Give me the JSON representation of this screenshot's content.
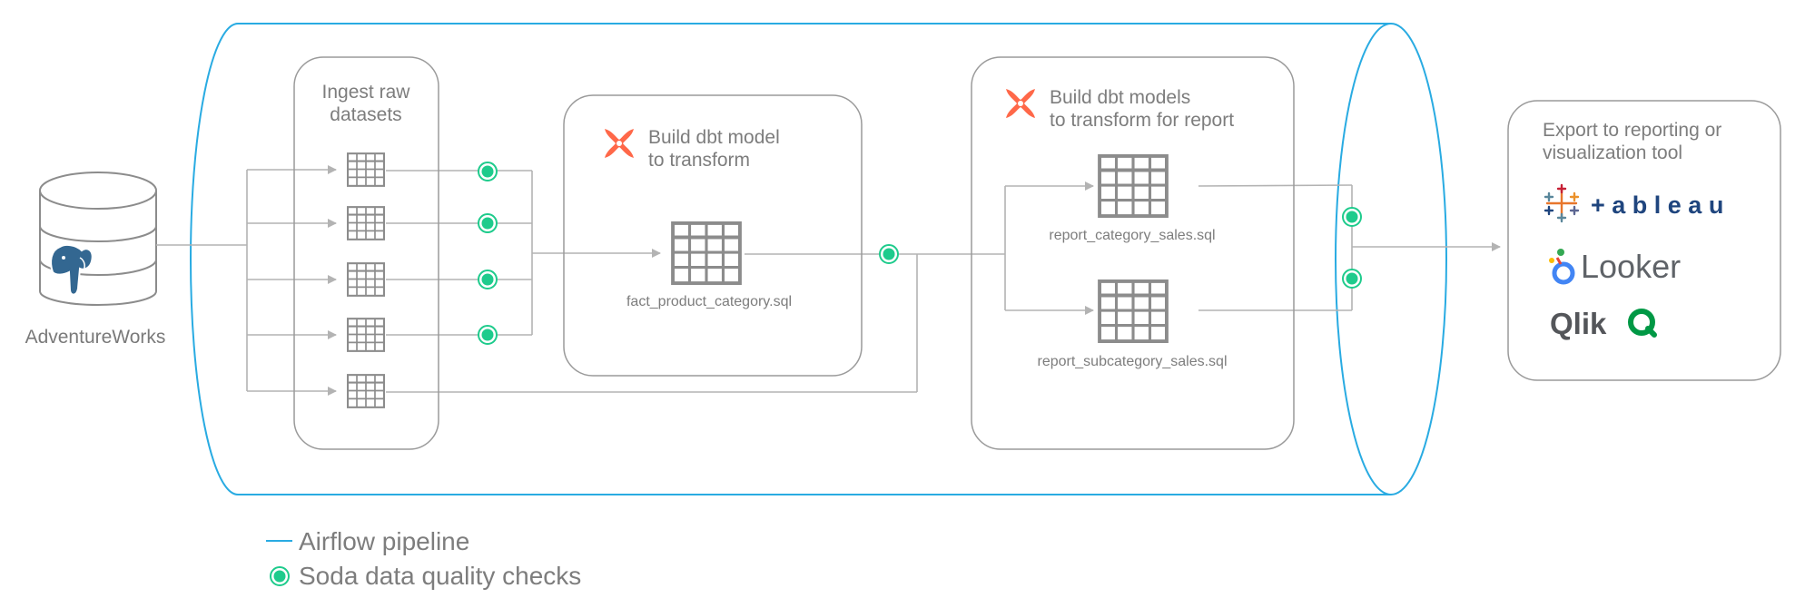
{
  "source": {
    "label": "AdventureWorks"
  },
  "ingest": {
    "title_line1": "Ingest raw",
    "title_line2": "datasets"
  },
  "transform": {
    "title_line1": "Build dbt model",
    "title_line2": "to transform",
    "model_file": "fact_product_category.sql"
  },
  "report": {
    "title_line1": "Build dbt models",
    "title_line2": "to transform for report",
    "model_files": [
      "report_category_sales.sql",
      "report_subcategory_sales.sql"
    ]
  },
  "export": {
    "title_line1": "Export to reporting or",
    "title_line2": "visualization tool",
    "tools": [
      "+ a b l e a u",
      "Looker",
      "Qlik"
    ]
  },
  "legend": {
    "pipeline": "Airflow pipeline",
    "checks": "Soda data quality checks"
  },
  "colors": {
    "pipeline": "#29abe2",
    "check": "#1ecb8c",
    "dbt": "#ff6849",
    "line": "#b3b3b3",
    "box": "#9a9a9a",
    "postgres": "#336791",
    "tableau_blue": "#1f457e",
    "looker": "#4285f4",
    "qlik_green": "#009845"
  }
}
